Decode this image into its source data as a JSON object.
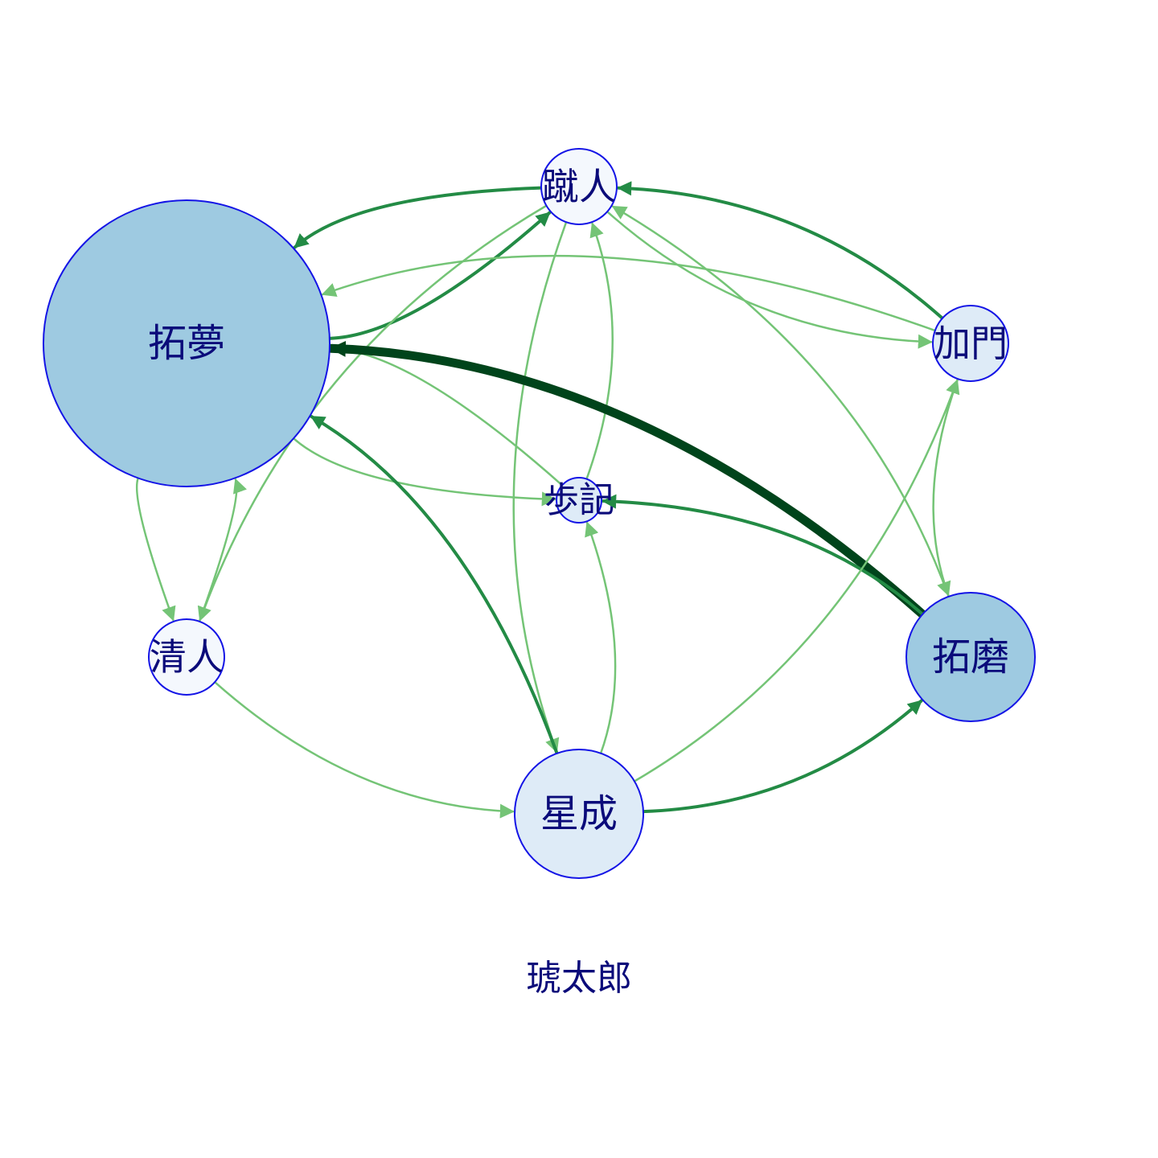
{
  "caption": "琥太郎",
  "colors": {
    "node_stroke": "#1414e6",
    "label": "#0b0b7a",
    "node_fill_dark": "#9ecae1",
    "node_fill_mid": "#deebf7",
    "node_fill_light": "#f4f8fd",
    "edge_light": "#74c476",
    "edge_mid": "#238b45",
    "edge_dark": "#00441b"
  },
  "nodes": [
    {
      "id": "takumu",
      "label": "拓夢",
      "size": "large",
      "fill": "dark"
    },
    {
      "id": "shujin",
      "label": "蹴人",
      "size": "small",
      "fill": "light"
    },
    {
      "id": "kamon",
      "label": "加門",
      "size": "small",
      "fill": "mid"
    },
    {
      "id": "ayuki",
      "label": "歩記",
      "size": "tiny",
      "fill": "mid"
    },
    {
      "id": "kiyoto",
      "label": "清人",
      "size": "small",
      "fill": "light"
    },
    {
      "id": "seinari",
      "label": "星成",
      "size": "medium",
      "fill": "mid"
    },
    {
      "id": "takuma",
      "label": "拓磨",
      "size": "medium",
      "fill": "dark"
    }
  ],
  "edges": [
    {
      "from": "takumu",
      "to": "shujin",
      "weight": "medium"
    },
    {
      "from": "shujin",
      "to": "takumu",
      "weight": "medium"
    },
    {
      "from": "kamon",
      "to": "shujin",
      "weight": "medium"
    },
    {
      "from": "shujin",
      "to": "kamon",
      "weight": "light"
    },
    {
      "from": "kamon",
      "to": "takumu",
      "weight": "light"
    },
    {
      "from": "shujin",
      "to": "kiyoto",
      "weight": "light"
    },
    {
      "from": "ayuki",
      "to": "shujin",
      "weight": "light"
    },
    {
      "from": "shujin",
      "to": "seinari",
      "weight": "light"
    },
    {
      "from": "takuma",
      "to": "shujin",
      "weight": "light"
    },
    {
      "from": "takumu",
      "to": "ayuki",
      "weight": "light"
    },
    {
      "from": "ayuki",
      "to": "takumu",
      "weight": "light"
    },
    {
      "from": "takuma",
      "to": "takumu",
      "weight": "heavy"
    },
    {
      "from": "takuma",
      "to": "ayuki",
      "weight": "medium"
    },
    {
      "from": "seinari",
      "to": "ayuki",
      "weight": "light"
    },
    {
      "from": "kamon",
      "to": "takuma",
      "weight": "light"
    },
    {
      "from": "seinari",
      "to": "kamon",
      "weight": "light"
    },
    {
      "from": "kiyoto",
      "to": "takumu",
      "weight": "light"
    },
    {
      "from": "takumu",
      "to": "kiyoto",
      "weight": "light"
    },
    {
      "from": "kiyoto",
      "to": "seinari",
      "weight": "light"
    },
    {
      "from": "seinari",
      "to": "takumu",
      "weight": "medium"
    },
    {
      "from": "seinari",
      "to": "takuma",
      "weight": "medium"
    }
  ]
}
